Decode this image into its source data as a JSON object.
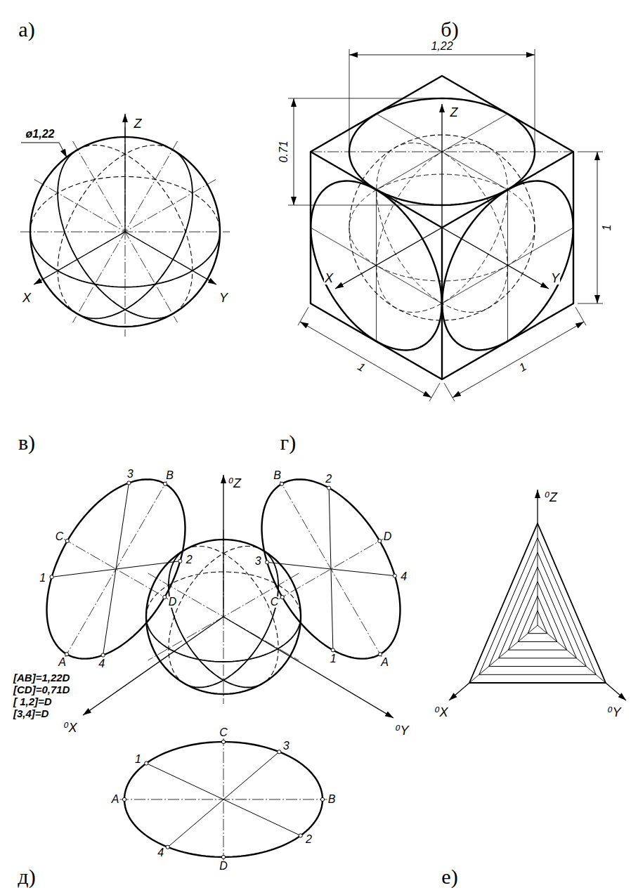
{
  "diagram": {
    "labels": [
      "а)",
      "б)",
      "Z",
      "ø1,22",
      "X",
      "Y",
      "1,22",
      "0.71",
      "Z",
      "1",
      "X",
      "Y",
      "1",
      "1",
      "в)",
      "г)",
      "⁰Z",
      "B",
      "3",
      "2",
      "C",
      "1",
      "D",
      "A",
      "4",
      "B",
      "2",
      "3",
      "D",
      "C",
      "4",
      "1",
      "A",
      "⁰X",
      "⁰Y",
      "[AB]=1,22D",
      "[CD]=0,71D",
      "[ 1,2]=D",
      "[3,4]=D",
      "1",
      "C",
      "3",
      "A",
      "B",
      "4",
      "2",
      "D",
      "⁰Z",
      "⁰X",
      "⁰Y",
      "д)",
      "е)"
    ]
  }
}
